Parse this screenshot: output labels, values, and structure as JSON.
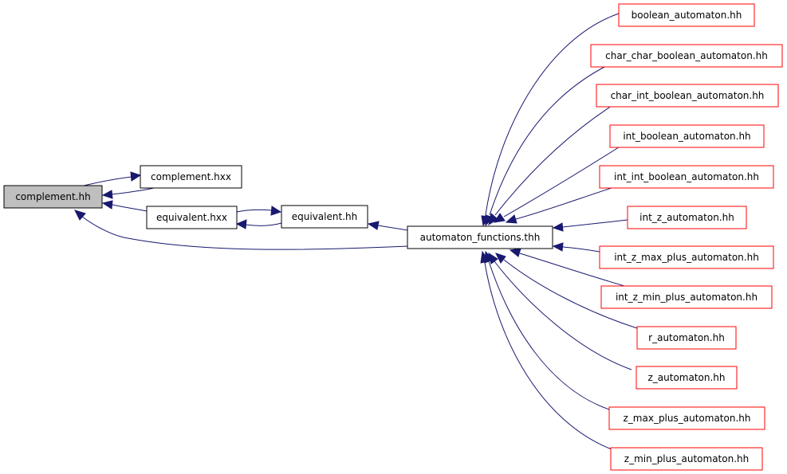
{
  "graph": {
    "colors": {
      "edge": "#191970",
      "highlight_fill": "#bfbfbf",
      "normal_border": "#000000",
      "truncated_border": "#ff0000"
    },
    "nodes": {
      "complement_hh": "complement.hh",
      "complement_hxx": "complement.hxx",
      "equivalent_hxx": "equivalent.hxx",
      "equivalent_hh": "equivalent.hh",
      "automaton_functions": "automaton_functions.thh",
      "boolean_automaton": "boolean_automaton.hh",
      "char_char_boolean_automaton": "char_char_boolean_automaton.hh",
      "char_int_boolean_automaton": "char_int_boolean_automaton.hh",
      "int_boolean_automaton": "int_boolean_automaton.hh",
      "int_int_boolean_automaton": "int_int_boolean_automaton.hh",
      "int_z_automaton": "int_z_automaton.hh",
      "int_z_max_plus_automaton": "int_z_max_plus_automaton.hh",
      "int_z_min_plus_automaton": "int_z_min_plus_automaton.hh",
      "r_automaton": "r_automaton.hh",
      "z_automaton": "z_automaton.hh",
      "z_max_plus_automaton": "z_max_plus_automaton.hh",
      "z_min_plus_automaton": "z_min_plus_automaton.hh"
    }
  }
}
